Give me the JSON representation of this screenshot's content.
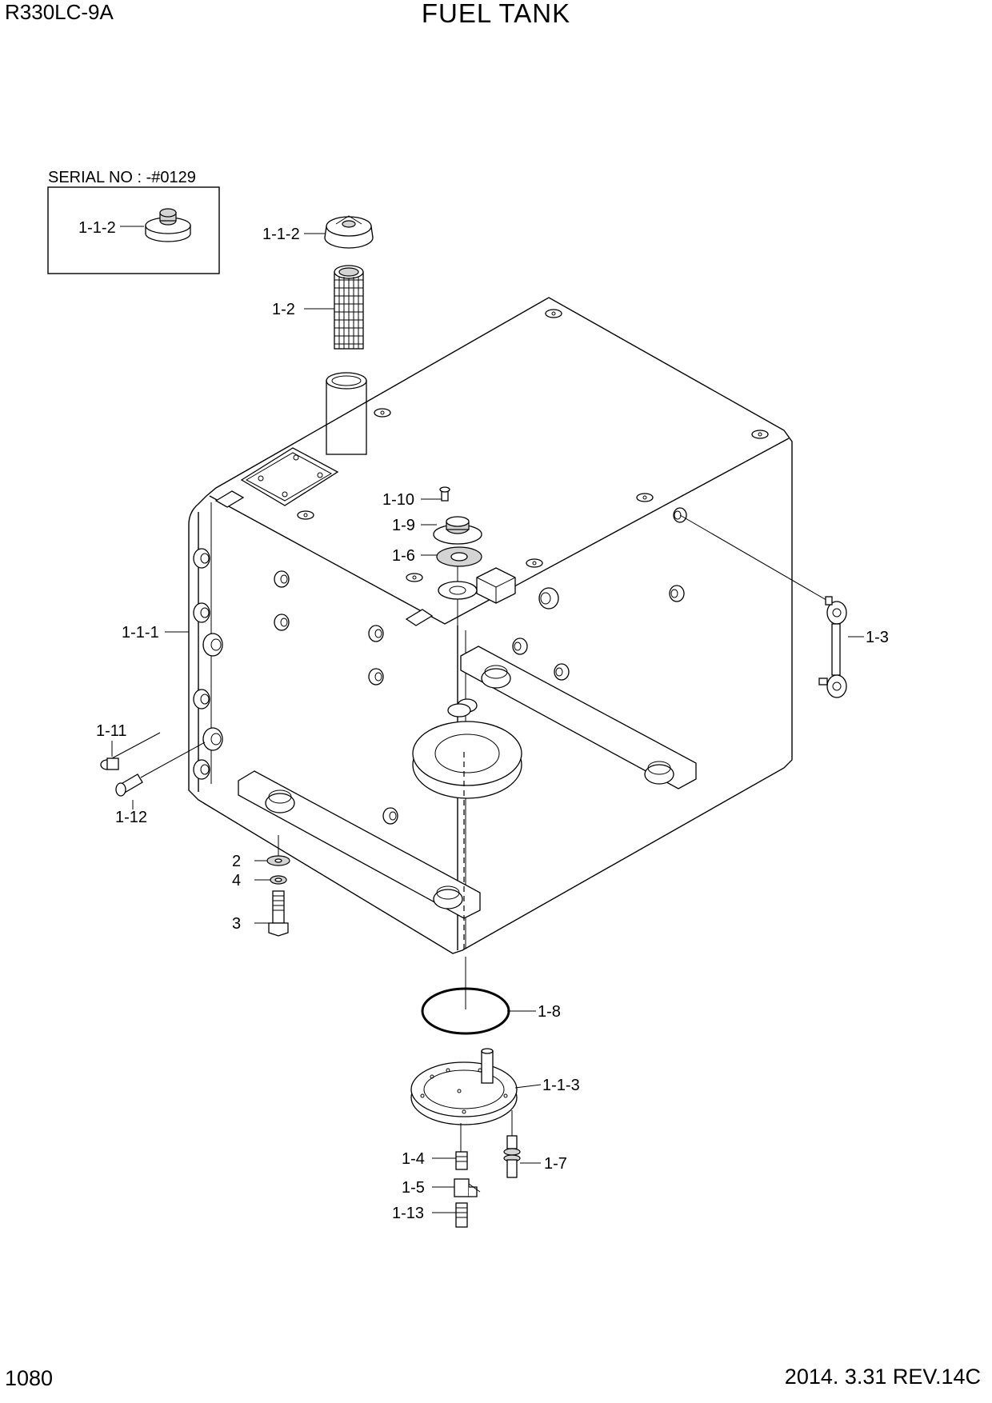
{
  "header": {
    "model": "R330LC-9A",
    "title": "FUEL TANK"
  },
  "inset": {
    "serial_label": "SERIAL NO : -#0129",
    "part_label": "1-1-2"
  },
  "callouts": [
    {
      "id": "1-1-2"
    },
    {
      "id": "1-2"
    },
    {
      "id": "1-10"
    },
    {
      "id": "1-9"
    },
    {
      "id": "1-6"
    },
    {
      "id": "1-1-1"
    },
    {
      "id": "1-3"
    },
    {
      "id": "1-11"
    },
    {
      "id": "1-12"
    },
    {
      "id": "2"
    },
    {
      "id": "4"
    },
    {
      "id": "3"
    },
    {
      "id": "1-8"
    },
    {
      "id": "1-1-3"
    },
    {
      "id": "1-4"
    },
    {
      "id": "1-7"
    },
    {
      "id": "1-5"
    },
    {
      "id": "1-13"
    }
  ],
  "footer": {
    "page_number": "1080",
    "date_revision": "2014. 3.31  REV.14C"
  }
}
